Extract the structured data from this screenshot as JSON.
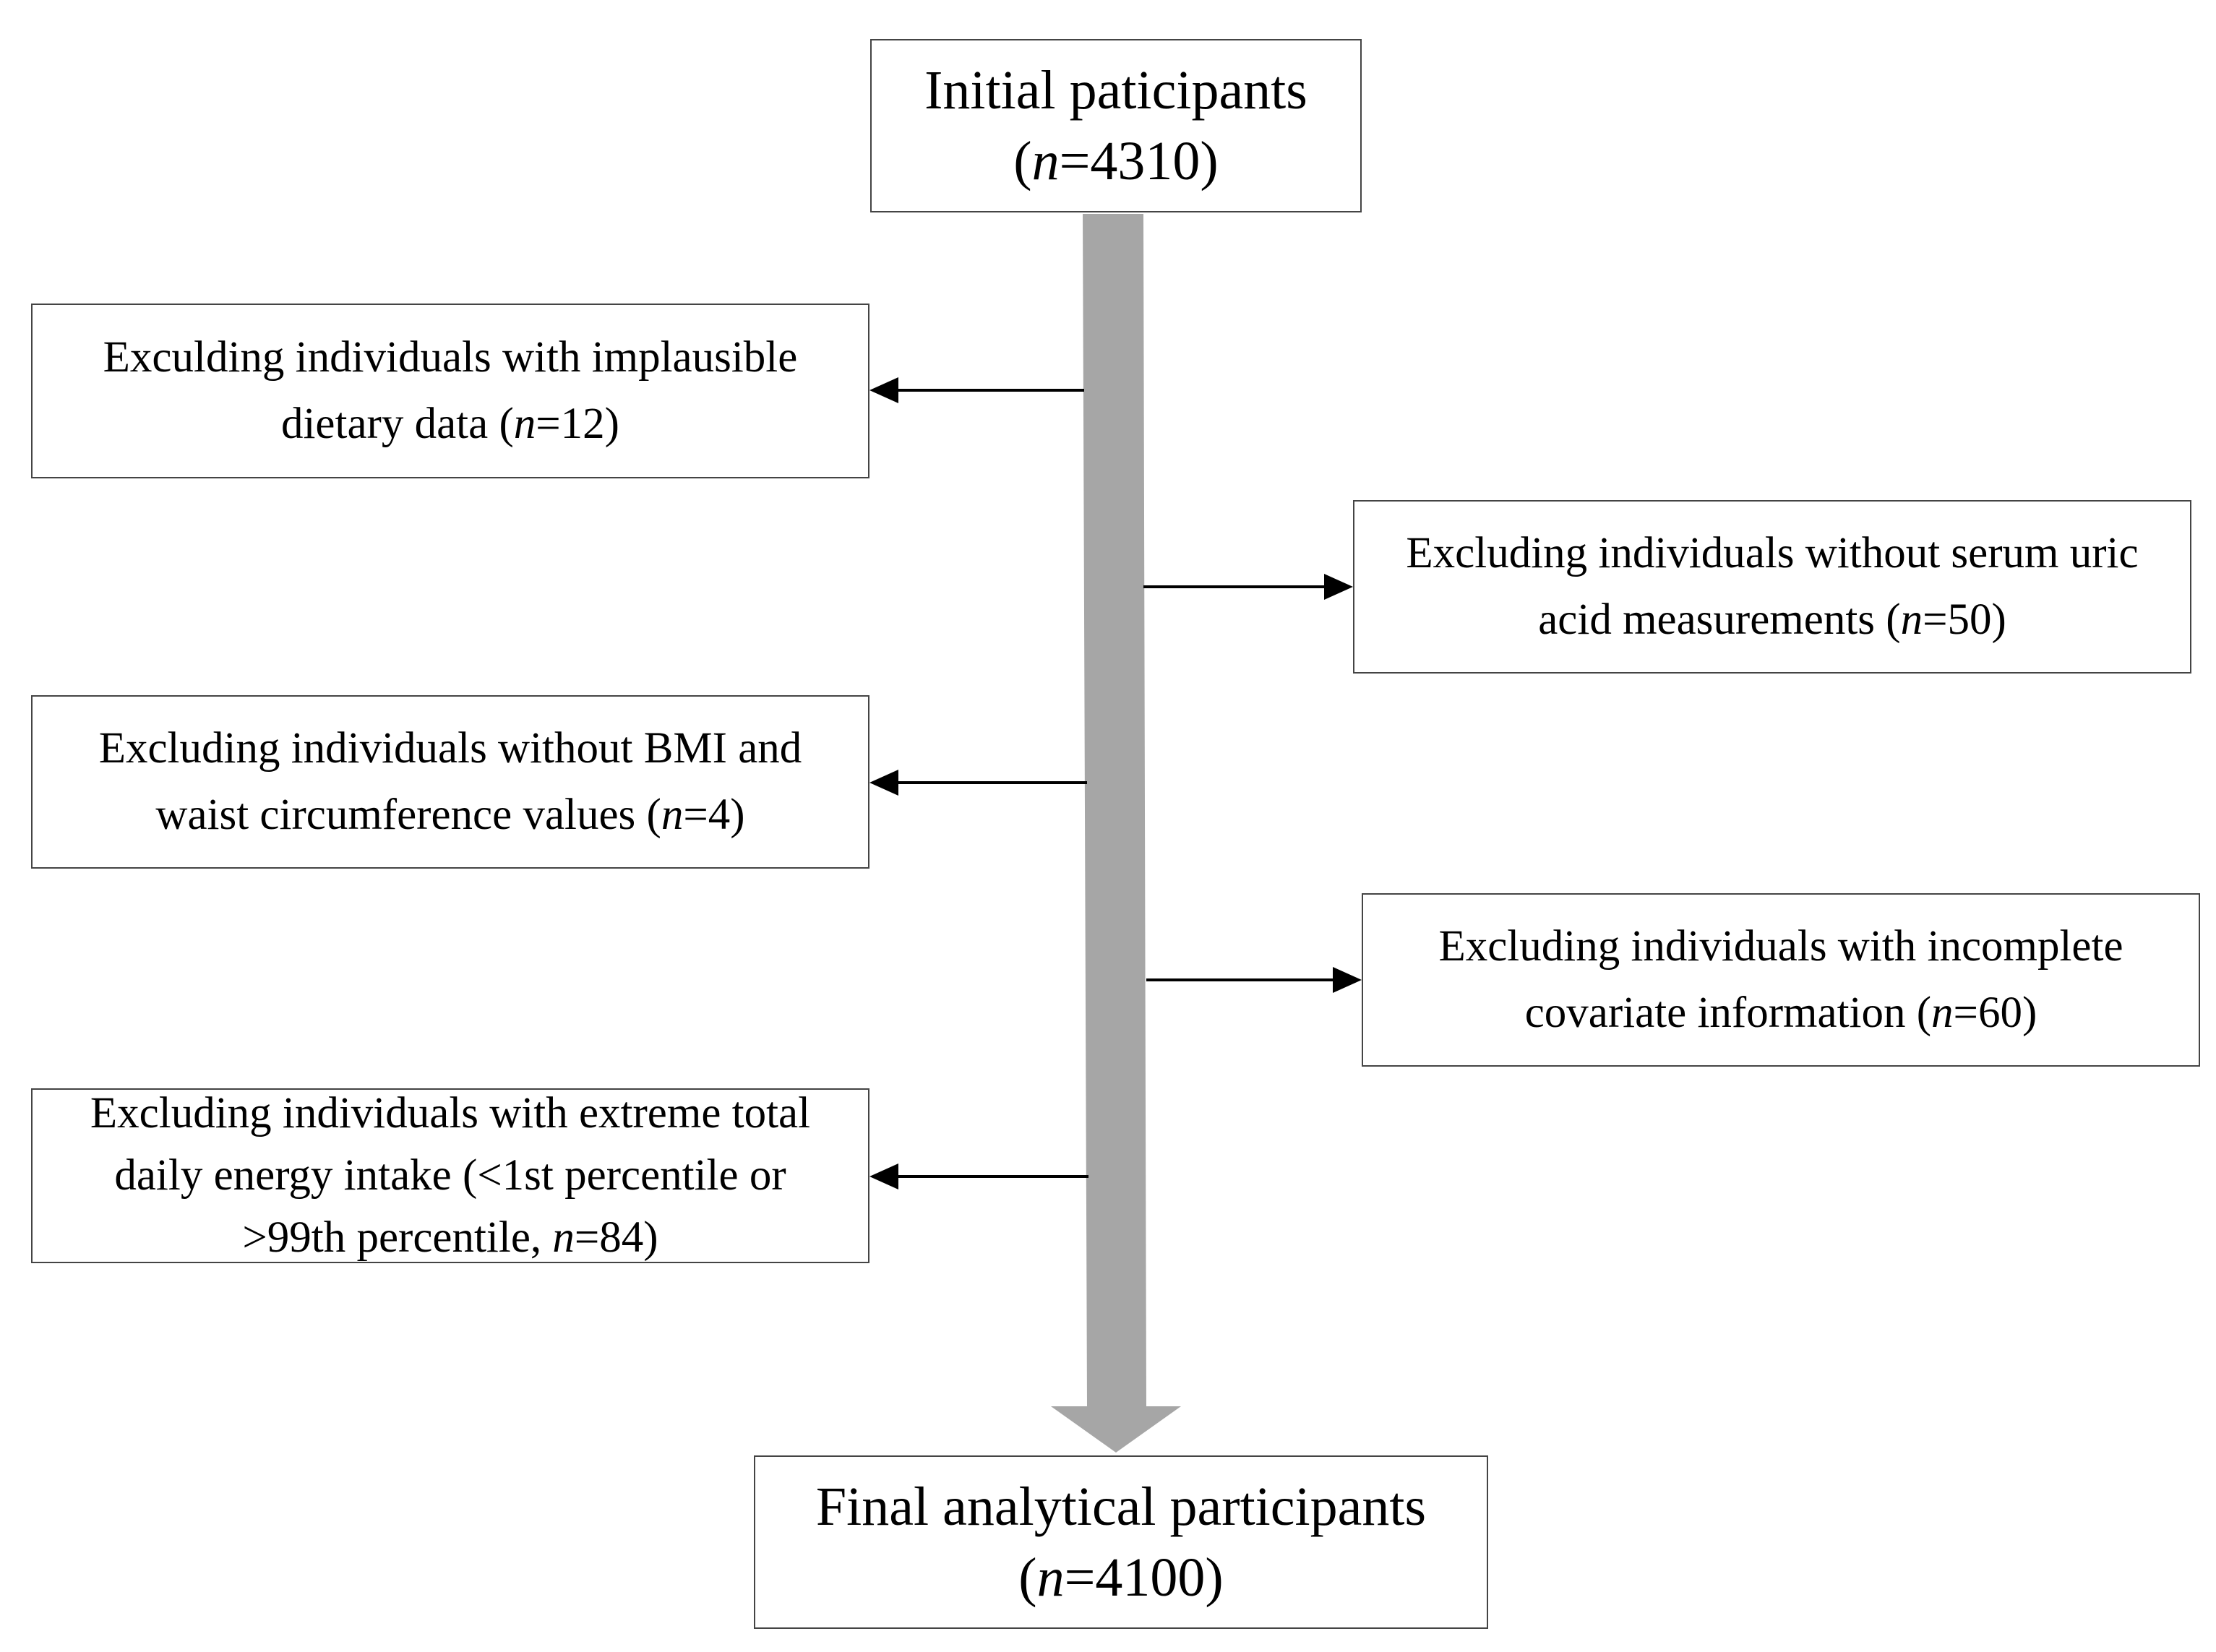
{
  "colors": {
    "main_flow_arrow": "#a6a6a6",
    "box_border": "#444444",
    "side_arrow": "#000000"
  },
  "initial": {
    "title": "Initial paticipants",
    "n_prefix": "(",
    "n_symbol": "n",
    "n_value": "=4310)"
  },
  "exclusions": [
    {
      "side": "left",
      "line1": "Exculding individuals with implausible",
      "line2_text": "dietary data (",
      "n_symbol": "n",
      "n_value": "=12)"
    },
    {
      "side": "right",
      "line1": "Excluding individuals without serum uric",
      "line2_text": "acid measurements (",
      "n_symbol": "n",
      "n_value": "=50)"
    },
    {
      "side": "left",
      "line1": "Excluding individuals without BMI and",
      "line2_text": "waist circumference values (",
      "n_symbol": "n",
      "n_value": "=4)"
    },
    {
      "side": "right",
      "line1": "Excluding individuals with incomplete",
      "line2_text": "covariate information (",
      "n_symbol": "n",
      "n_value": "=60)"
    },
    {
      "side": "left",
      "line1": "Excluding individuals with extreme total",
      "line2_text": "daily energy intake (<1st percentile or",
      "line3_text": ">99th percentile, ",
      "n_symbol": "n",
      "n_value": "=84)"
    }
  ],
  "final": {
    "title": "Final analytical participants",
    "n_prefix": "(",
    "n_symbol": "n",
    "n_value": "=4100)"
  }
}
